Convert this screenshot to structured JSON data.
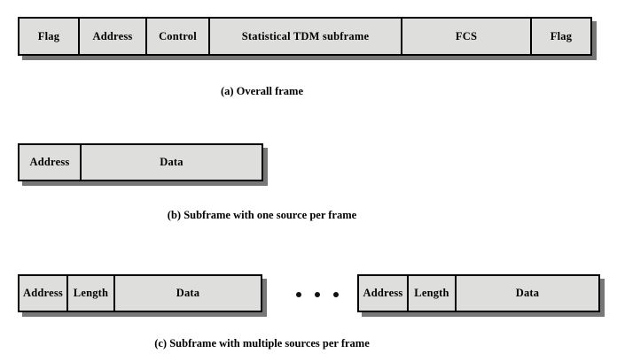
{
  "figure": {
    "background_color": "#ffffff",
    "cell_fill_color": "#dededc",
    "border_color": "#000000",
    "shadow_color": "#777777"
  },
  "panels": [
    {
      "id": "a",
      "caption": "(a) Overall frame",
      "rows": [
        {
          "id": "overall-frame",
          "cells": [
            {
              "label": "Flag"
            },
            {
              "label": "Address"
            },
            {
              "label": "Control"
            },
            {
              "label": "Statistical TDM subframe"
            },
            {
              "label": "FCS"
            },
            {
              "label": "Flag"
            }
          ]
        }
      ]
    },
    {
      "id": "b",
      "caption": "(b) Subframe with one source per frame",
      "rows": [
        {
          "id": "subframe-one-source",
          "cells": [
            {
              "label": "Address"
            },
            {
              "label": "Data"
            }
          ]
        }
      ]
    },
    {
      "id": "c",
      "caption": "(c) Subframe with multiple sources per frame",
      "separator": "• • •",
      "rows": [
        {
          "id": "subframe-multi-source-first",
          "cells": [
            {
              "label": "Address"
            },
            {
              "label": "Length"
            },
            {
              "label": "Data"
            }
          ]
        },
        {
          "id": "subframe-multi-source-last",
          "cells": [
            {
              "label": "Address"
            },
            {
              "label": "Length"
            },
            {
              "label": "Data"
            }
          ]
        }
      ]
    }
  ]
}
